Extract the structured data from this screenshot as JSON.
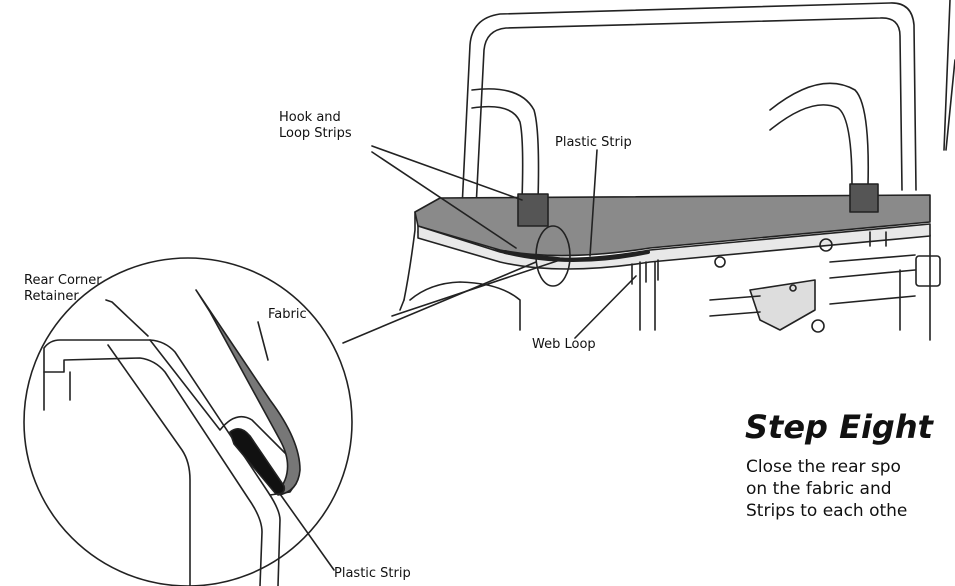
{
  "labels": {
    "hook_loop_line1": "Hook and",
    "hook_loop_line2": "Loop Strips",
    "plastic_strip_top": "Plastic Strip",
    "rear_corner_line1": "Rear Corner",
    "rear_corner_line2": "Retainer",
    "fabric": "Fabric",
    "web_loop": "Web Loop",
    "plastic_strip_detail": "Plastic Strip"
  },
  "step": {
    "title": "Step Eight",
    "body_line1": "Close the rear spo",
    "body_line2": "on the fabric and",
    "body_line3": "Strips to each othe"
  }
}
